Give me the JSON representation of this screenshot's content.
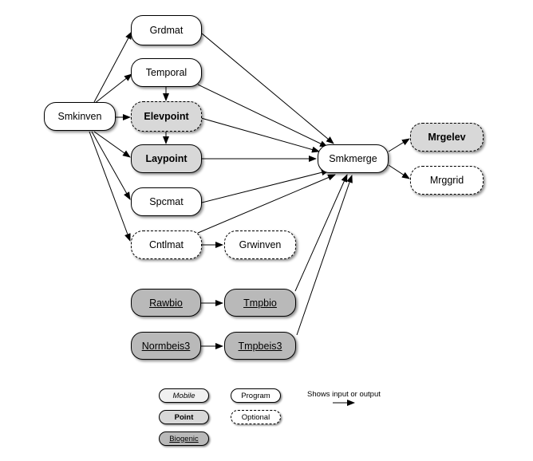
{
  "nodes": {
    "smkinven": "Smkinven",
    "grdmat": "Grdmat",
    "temporal": "Temporal",
    "elevpoint": "Elevpoint",
    "laypoint": "Laypoint",
    "spcmat": "Spcmat",
    "cntlmat": "Cntlmat",
    "grwinven": "Grwinven",
    "rawbio": "Rawbio",
    "tmpbio": "Tmpbio",
    "normbeis3": "Normbeis3",
    "tmpbeis3": "Tmpbeis3",
    "smkmerge": "Smkmerge",
    "mrgelev": "Mrgelev",
    "mrggrid": "Mrggrid"
  },
  "legend": {
    "mobile": "Mobile",
    "program": "Program",
    "point": "Point",
    "optional": "Optional",
    "biogenic": "Biogenic",
    "arrow_note": "Shows input or output"
  },
  "colors": {
    "point_fill": "#d8d8d8",
    "biogenic_fill": "#b9b9b9",
    "program_fill": "#ffffff",
    "mobile_fill": "#f0f0f0"
  }
}
